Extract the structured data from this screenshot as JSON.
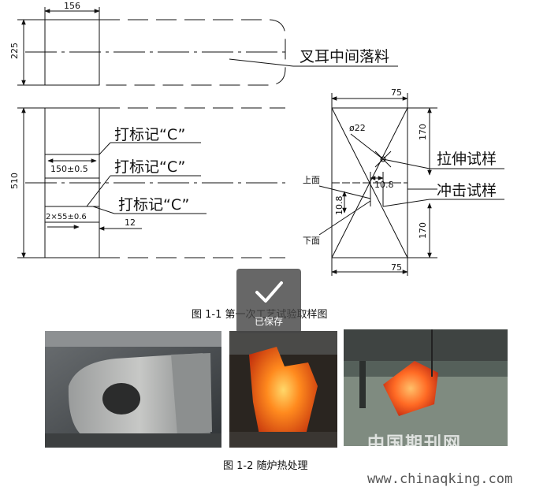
{
  "drawing": {
    "dims": {
      "w156": "156",
      "h225": "225",
      "h510": "510",
      "w150": "150±0.5",
      "w2x55": "2×55±0.6",
      "w12": "12",
      "w75_top": "75",
      "w75_bottom": "75",
      "h170_top": "170",
      "h170_bottom": "170",
      "h10_8": "10.8",
      "w10_8": "10.8",
      "d22": "ø22"
    },
    "labels": {
      "fork_drop": "叉耳中间落料",
      "mark_c1": "打标记“C”",
      "mark_c2": "打标记“C”",
      "mark_c3": "打标记“C”",
      "tensile": "拉伸试样",
      "impact": "冲击试样",
      "upper_face": "上面",
      "lower_face": "下面"
    }
  },
  "captions": {
    "fig1": "图 1-1 第一次工艺试验取样图",
    "fig2": "图 1-2 随炉热处理"
  },
  "overlay": {
    "saved_label": "已保存"
  },
  "watermark": {
    "cn": "中国期刊网",
    "url": "www.chinaqking.com"
  }
}
